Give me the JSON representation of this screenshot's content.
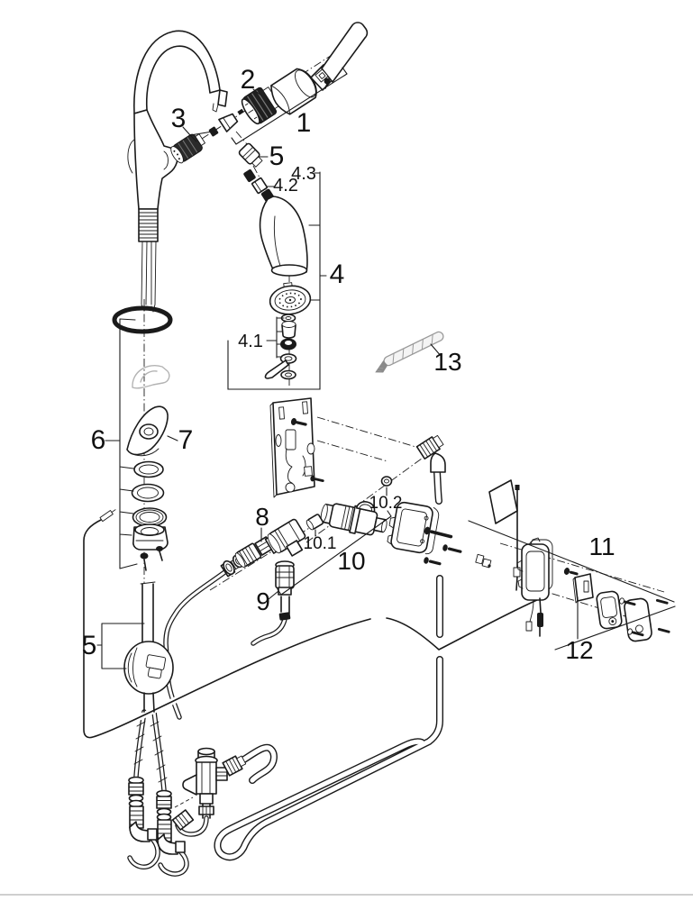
{
  "figure": {
    "kind": "exploded-parts-diagram",
    "subject": "pull-out kitchen faucet with under-sink valve, hoses and control boxes"
  },
  "callouts": [
    {
      "id": "c2",
      "label": "2"
    },
    {
      "id": "c3",
      "label": "3"
    },
    {
      "id": "c1",
      "label": "1"
    },
    {
      "id": "c5t",
      "label": "5"
    },
    {
      "id": "c43",
      "label": "4.3"
    },
    {
      "id": "c42",
      "label": "4.2"
    },
    {
      "id": "c4",
      "label": "4"
    },
    {
      "id": "c41",
      "label": "4.1"
    },
    {
      "id": "c13",
      "label": "13"
    },
    {
      "id": "c6",
      "label": "6"
    },
    {
      "id": "c7",
      "label": "7"
    },
    {
      "id": "c8",
      "label": "8"
    },
    {
      "id": "c102",
      "label": "10.2"
    },
    {
      "id": "c101",
      "label": "10.1"
    },
    {
      "id": "c10",
      "label": "10"
    },
    {
      "id": "c11",
      "label": "11"
    },
    {
      "id": "c9",
      "label": "9"
    },
    {
      "id": "c12",
      "label": "12"
    },
    {
      "id": "c5b",
      "label": "5"
    }
  ],
  "colors": {
    "line": "#1a1a1a",
    "ghost_gray": "#b3b3b3",
    "tool_gray": "#999999",
    "divider": "#cfcfcf",
    "background": "#ffffff"
  }
}
